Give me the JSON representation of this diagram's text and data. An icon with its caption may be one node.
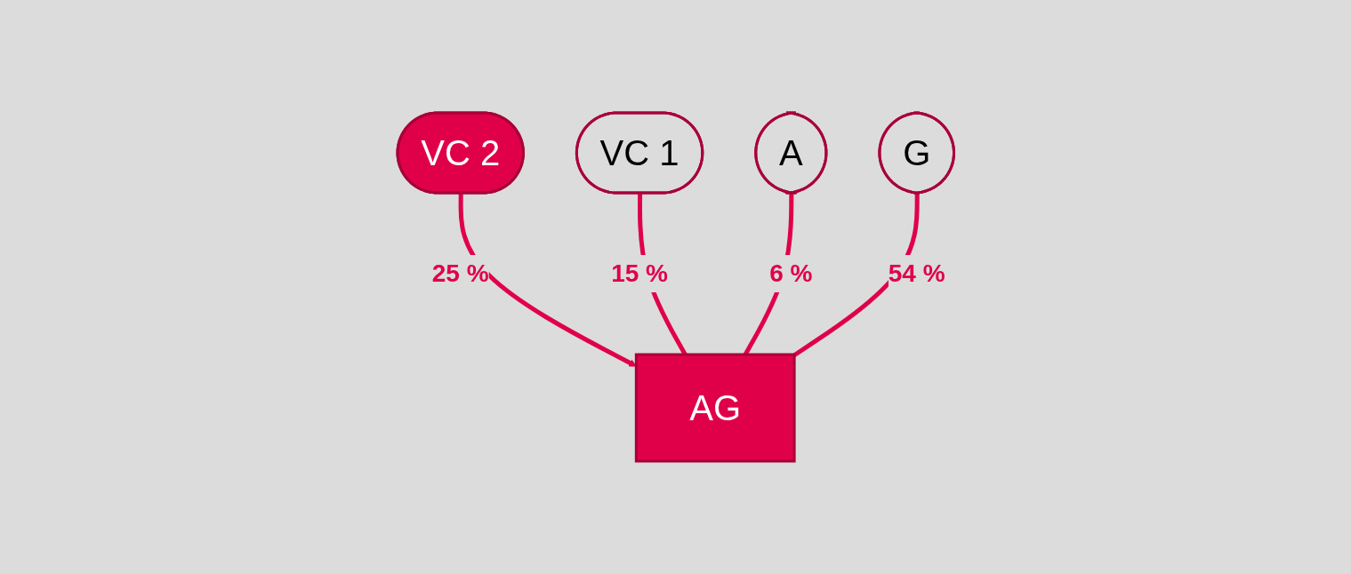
{
  "diagram": {
    "nodes": [
      {
        "text": [
          "VC 2"
        ]
      },
      {
        "text": [
          "VC 1"
        ]
      },
      {
        "text": [
          "A"
        ]
      },
      {
        "text": [
          "G"
        ]
      },
      {
        "text": [
          "AG"
        ]
      }
    ],
    "edges": [
      {
        "from": 0,
        "to": 4,
        "arrow": "to",
        "label": "25 %"
      },
      {
        "from": 1,
        "to": 4,
        "arrow": "none",
        "label": "15 %"
      },
      {
        "from": 2,
        "to": 4,
        "arrow": "none",
        "label": "6 %"
      },
      {
        "from": 3,
        "to": 4,
        "arrow": "none",
        "label": "54 %"
      }
    ]
  }
}
